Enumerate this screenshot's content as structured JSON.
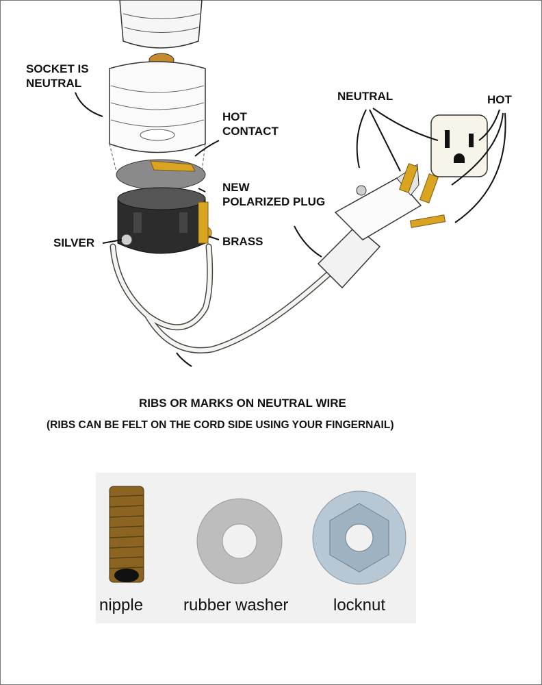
{
  "labels": {
    "socket_neutral": [
      "SOCKET IS",
      "NEUTRAL"
    ],
    "hot_contact": [
      "HOT",
      "CONTACT"
    ],
    "neutral": "NEUTRAL",
    "hot": "HOT",
    "new_plug": [
      "NEW",
      "POLARIZED PLUG"
    ],
    "silver": "SILVER",
    "brass": "BRASS",
    "ribs": "RIBS OR MARKS ON NEUTRAL WIRE",
    "ribs_note": "(RIBS CAN BE FELT ON THE CORD SIDE USING YOUR FINGERNAIL)"
  },
  "parts": [
    {
      "name": "nipple"
    },
    {
      "name": "rubber washer"
    },
    {
      "name": "locknut"
    }
  ],
  "colors": {
    "brass": "#d9a521",
    "wire": "#f4f4f0",
    "socket_body": "#2c2c2c"
  }
}
